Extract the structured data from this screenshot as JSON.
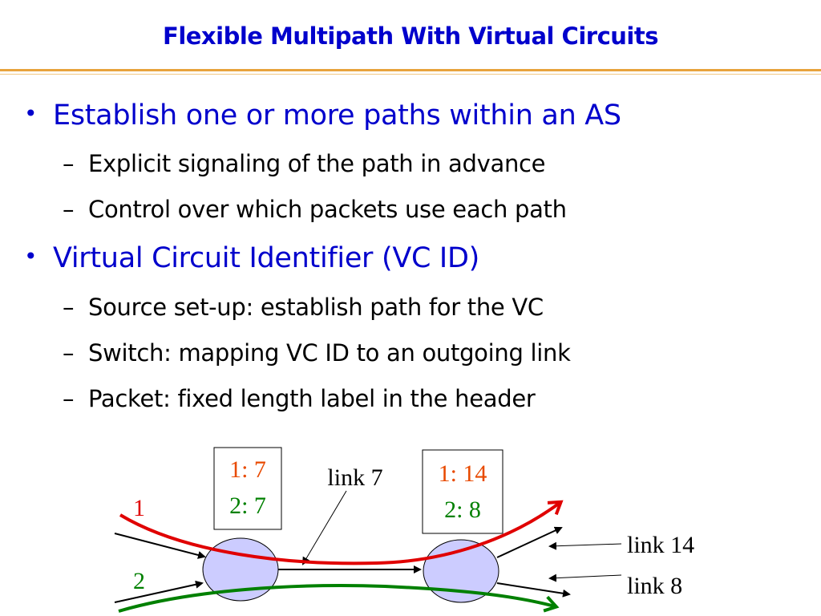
{
  "slide": {
    "title": "Flexible Multipath With Virtual Circuits",
    "bullets": [
      {
        "text": "Establish one or more paths within an AS",
        "subs": [
          "Explicit signaling of the path in advance",
          "Control over which packets use each path"
        ]
      },
      {
        "text": "Virtual Circuit Identifier (VC ID)",
        "subs": [
          "Source set-up: establish path for the VC",
          "Switch: mapping VC ID to an outgoing link",
          "Packet: fixed length label in the header"
        ]
      }
    ],
    "bullet_glyph": "•",
    "dash_glyph": "–"
  },
  "diagram": {
    "table_left": {
      "row1": "1: 7",
      "row2": "2: 7"
    },
    "table_right": {
      "row1": "1: 14",
      "row2": "2: 8"
    },
    "label_link7": "link 7",
    "label_link14": "link 14",
    "label_link8": "link 8",
    "flow1_label": "1",
    "flow2_label": "2",
    "colors": {
      "flow1": "#e00000",
      "flow2": "#008000",
      "title": "#0000cc",
      "rule": "#e8a33c"
    }
  }
}
